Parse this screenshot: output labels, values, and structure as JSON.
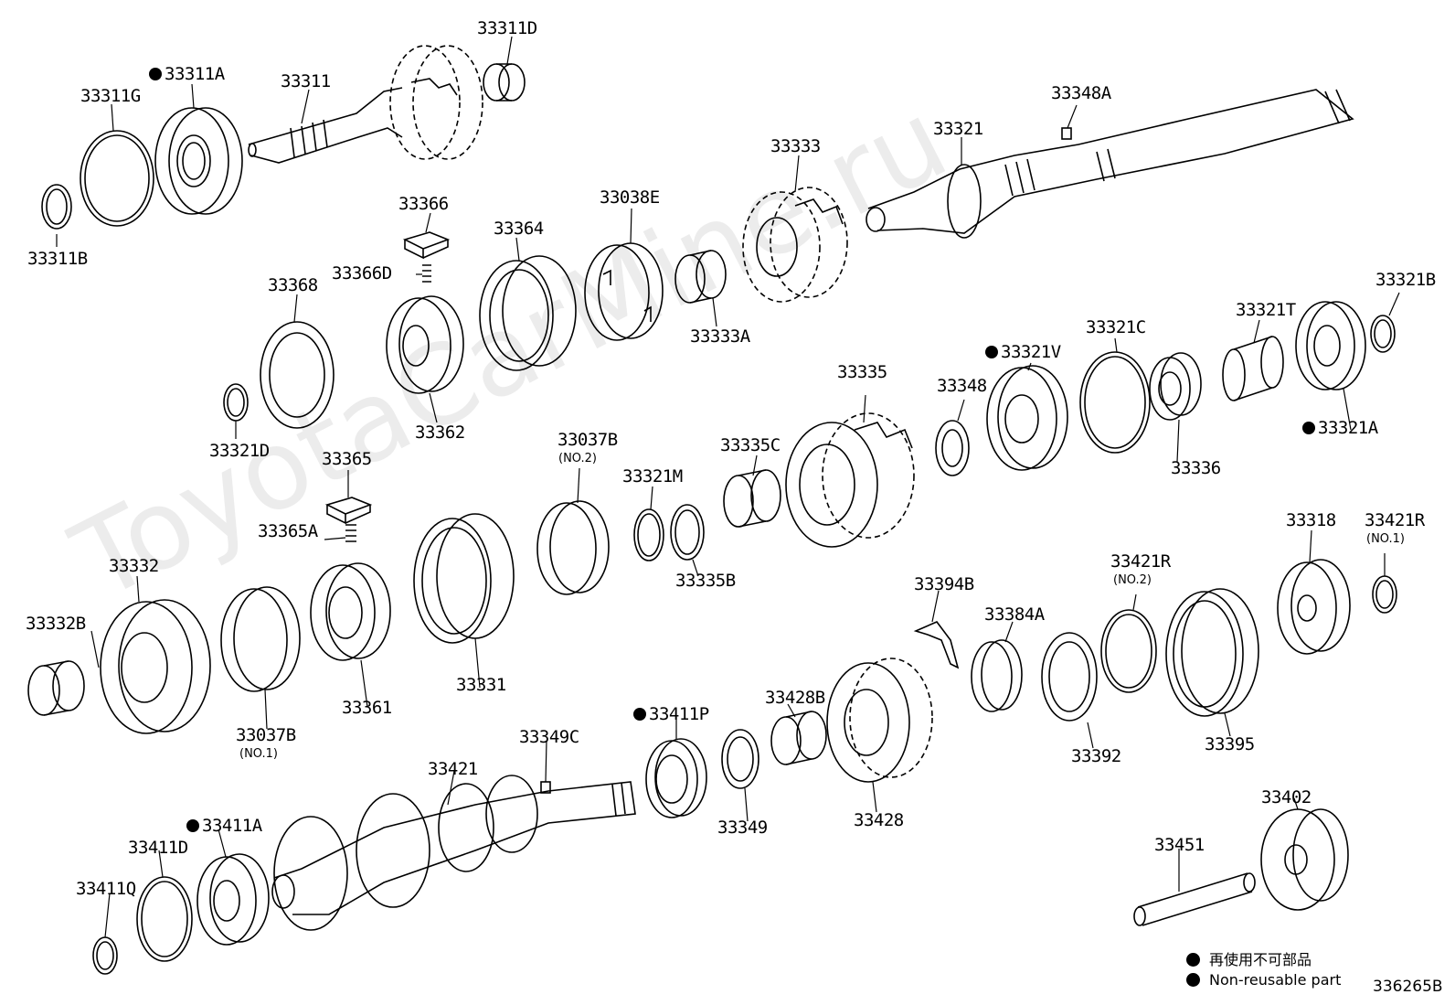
{
  "watermark": "ToyotaCarMine.ru",
  "diagram_code": "336265B",
  "legend": {
    "jp": "再使用不可部品",
    "en": "Non-reusable part"
  },
  "parts": {
    "p33311D": "33311D",
    "p33311A": "33311A",
    "p33311": "33311",
    "p33311G": "33311G",
    "p33311B": "33311B",
    "p33348A": "33348A",
    "p33321": "33321",
    "p33333": "33333",
    "p33366": "33366",
    "p33364": "33364",
    "p33038E": "33038E",
    "p33366D": "33366D",
    "p33368": "33368",
    "p33321B": "33321B",
    "p33333A": "33333A",
    "p33321T": "33321T",
    "p33321C": "33321C",
    "p33321V": "33321V",
    "p33335": "33335",
    "p33348": "33348",
    "p33362": "33362",
    "p33321D": "33321D",
    "p33321A": "33321A",
    "p33365": "33365",
    "p33037B_2": "33037B",
    "no2_a": "(NO.2)",
    "p33321M": "33321M",
    "p33335C": "33335C",
    "p33336": "33336",
    "p33365A": "33365A",
    "p33332": "33332",
    "p33335B": "33335B",
    "p33318": "33318",
    "p33421R_1": "33421R",
    "no1_a": "(NO.1)",
    "p33421R_2": "33421R",
    "no2_b": "(NO.2)",
    "p33394B": "33394B",
    "p33332B": "33332B",
    "p33384A": "33384A",
    "p33331": "33331",
    "p33361": "33361",
    "p33037B_1": "33037B",
    "no1_b": "(NO.1)",
    "p33411P": "33411P",
    "p33428B": "33428B",
    "p33392": "33392",
    "p33395": "33395",
    "p33349C": "33349C",
    "p33421": "33421",
    "p33349": "33349",
    "p33428": "33428",
    "p33411A": "33411A",
    "p33411D": "33411D",
    "p33402": "33402",
    "p33451": "33451",
    "p33411Q": "33411Q"
  }
}
